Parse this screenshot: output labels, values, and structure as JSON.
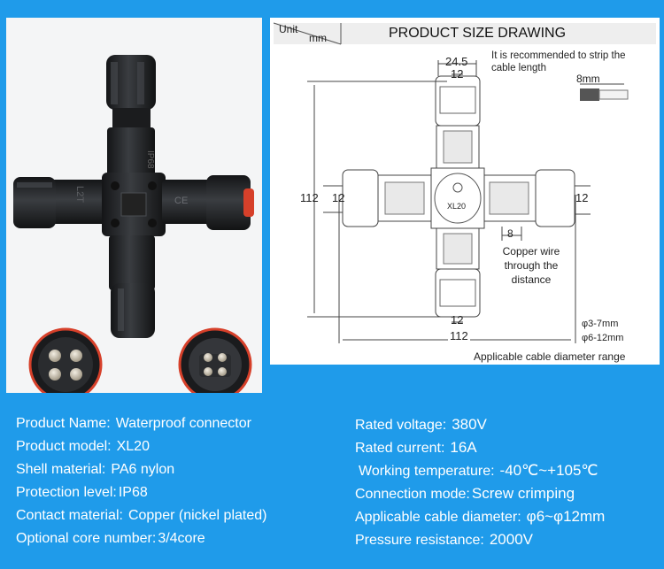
{
  "drawing": {
    "unit_label": "Unit",
    "unit_value": "mm",
    "title": "PRODUCT SIZE DRAWING",
    "dim_top": "24.5",
    "dim_12_top": "12",
    "strip_note": "It is recommended to strip the cable length",
    "strip_len": "8mm",
    "dim_height": "112",
    "dim_12_left": "12",
    "dim_12_right": "12",
    "center_label": "XL20",
    "dim_8": "8",
    "copper_note": "Copper wire through the distance",
    "dim_12_bottom": "12",
    "dim_width": "112",
    "range_small": "φ3-7mm",
    "range_large": "φ6-12mm",
    "range_caption": "Applicable cable diameter range"
  },
  "photo": {
    "mark_ip68": "IP68",
    "mark_l2t": "L2T",
    "mark_ce": "CE"
  },
  "specs_left": [
    {
      "label": "Product Name:",
      "value": "Waterproof connector"
    },
    {
      "label": "Product model:",
      "value": "XL20"
    },
    {
      "label": "Shell material:",
      "value": "PA6 nylon"
    },
    {
      "label": "Protection level:",
      "value": "IP68"
    },
    {
      "label": "Contact material:",
      "value": "Copper (nickel plated)"
    },
    {
      "label": "Optional core number:",
      "value": "3/4core"
    }
  ],
  "specs_right": [
    {
      "label": "Rated voltage:",
      "value": "380V"
    },
    {
      "label": "Rated current:",
      "value": "16A"
    },
    {
      "label": "Working temperature:",
      "value": "-40℃~+105℃"
    },
    {
      "label": "Connection mode:",
      "value": "Screw crimping"
    },
    {
      "label": "Applicable cable diameter:",
      "value": "φ6~φ12mm"
    },
    {
      "label": "Pressure resistance:",
      "value": "2000V"
    }
  ],
  "colors": {
    "background": "#1f9bea",
    "connector_body": "#2b2d30",
    "seal_red": "#d6402a",
    "contact_metal": "#c9c2b4"
  }
}
